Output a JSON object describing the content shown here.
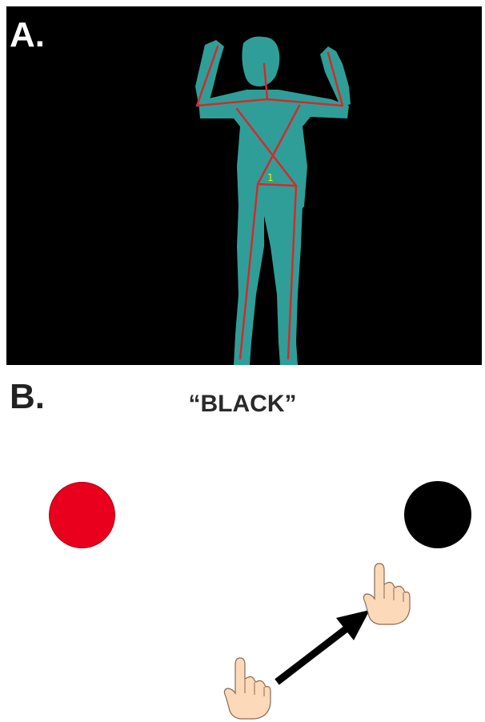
{
  "panels": {
    "a": {
      "label": "A.",
      "joint_marker": "1",
      "colors": {
        "background": "#000000",
        "body": "#2f9e98",
        "skeleton": "#d42a2a",
        "marker": "#e8f000"
      }
    },
    "b": {
      "label": "B.",
      "word": "“BLACK”",
      "targets": [
        {
          "name": "red-circle",
          "color": "#e8001c"
        },
        {
          "name": "black-circle",
          "color": "#000000"
        }
      ],
      "icons": [
        "pointing-hand-start-icon",
        "arrow-icon",
        "pointing-hand-end-icon"
      ]
    }
  }
}
